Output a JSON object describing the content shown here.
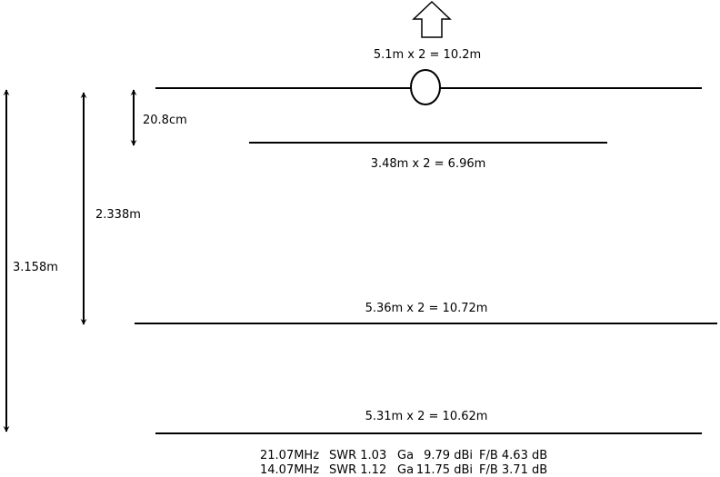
{
  "elements": {
    "top": {
      "label": "5.1m x 2 = 10.2m"
    },
    "director": {
      "label": "3.48m x 2 = 6.96m"
    },
    "reflector1": {
      "label": "5.36m x 2 = 10.72m"
    },
    "reflector2": {
      "label": "5.31m x 2 = 10.62m"
    }
  },
  "dimensions": {
    "total": "3.158m",
    "middle": "2.338m",
    "small": "20.8cm"
  },
  "results": [
    {
      "freq": "21.07MHz",
      "swr": "SWR 1.03",
      "ga_label": "Ga",
      "gain": "9.79 dBi",
      "fb": "F/B 4.63 dB"
    },
    {
      "freq": "14.07MHz",
      "swr": "SWR 1.12",
      "ga_label": "Ga",
      "gain": "11.75 dBi",
      "fb": "F/B 3.71 dB"
    }
  ]
}
